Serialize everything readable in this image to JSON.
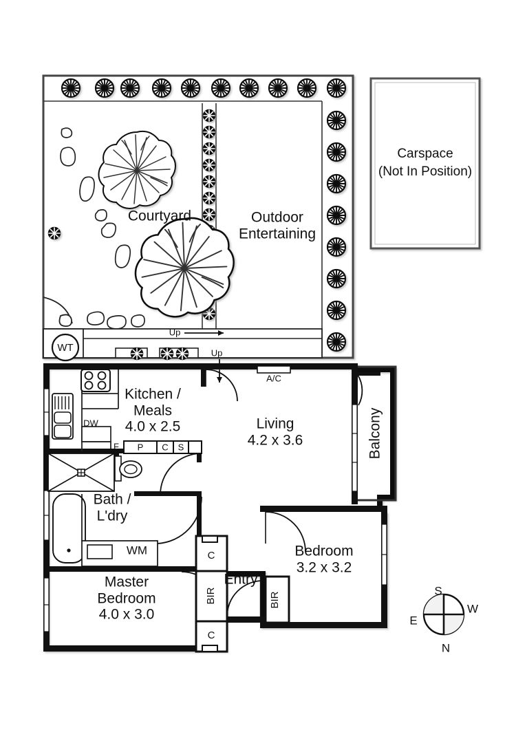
{
  "plan": {
    "type": "floor-plan",
    "title": "Apartment Floor Plan",
    "units": "metres"
  },
  "colors": {
    "wall": "#111111",
    "line": "#222222",
    "text": "#111111",
    "background": "#ffffff"
  },
  "outdoor": {
    "courtyard_label": "Courtyard",
    "outdoor_entertaining_label_line1": "Outdoor",
    "outdoor_entertaining_label_line2": "Entertaining",
    "water_tank_label": "WT",
    "up_arrow_1": "Up",
    "up_arrow_2": "Up"
  },
  "carspace": {
    "line1": "Carspace",
    "line2": "(Not In Position)"
  },
  "rooms": [
    {
      "name": "kitchen-meals",
      "label_line1": "Kitchen /",
      "label_line2": "Meals",
      "dimensions": "4.0 x 2.5",
      "width_m": 4.0,
      "depth_m": 2.5
    },
    {
      "name": "living",
      "label_line1": "Living",
      "label_line2": "",
      "dimensions": "4.2 x 3.6",
      "width_m": 4.2,
      "depth_m": 3.6
    },
    {
      "name": "bedroom-2",
      "label_line1": "Bedroom",
      "label_line2": "",
      "dimensions": "3.2 x 3.2",
      "width_m": 3.2,
      "depth_m": 3.2
    },
    {
      "name": "master-bedroom",
      "label_line1": "Master",
      "label_line2": "Bedroom",
      "dimensions": "4.0 x 3.0",
      "width_m": 4.0,
      "depth_m": 3.0
    },
    {
      "name": "bath-laundry",
      "label_line1": "Bath /",
      "label_line2": "L'dry",
      "dimensions": "",
      "width_m": null,
      "depth_m": null
    }
  ],
  "areas": {
    "balcony_label": "Balcony",
    "entry_label": "Entry"
  },
  "fixtures": {
    "dishwasher": "DW",
    "fridge": "F",
    "pantry": "P",
    "cupboard_c1": "C",
    "cupboard_s": "S",
    "washing_machine": "WM",
    "air_conditioner": "A/C",
    "built_in_robe_master": "BIR",
    "built_in_robe_bed2": "BIR",
    "cupboard_top": "C",
    "cupboard_bottom": "C"
  },
  "compass": {
    "north": "N",
    "south": "S",
    "east": "E",
    "west": "W",
    "note": "rotated compass: S at top, N at bottom, E at left, W at right"
  }
}
